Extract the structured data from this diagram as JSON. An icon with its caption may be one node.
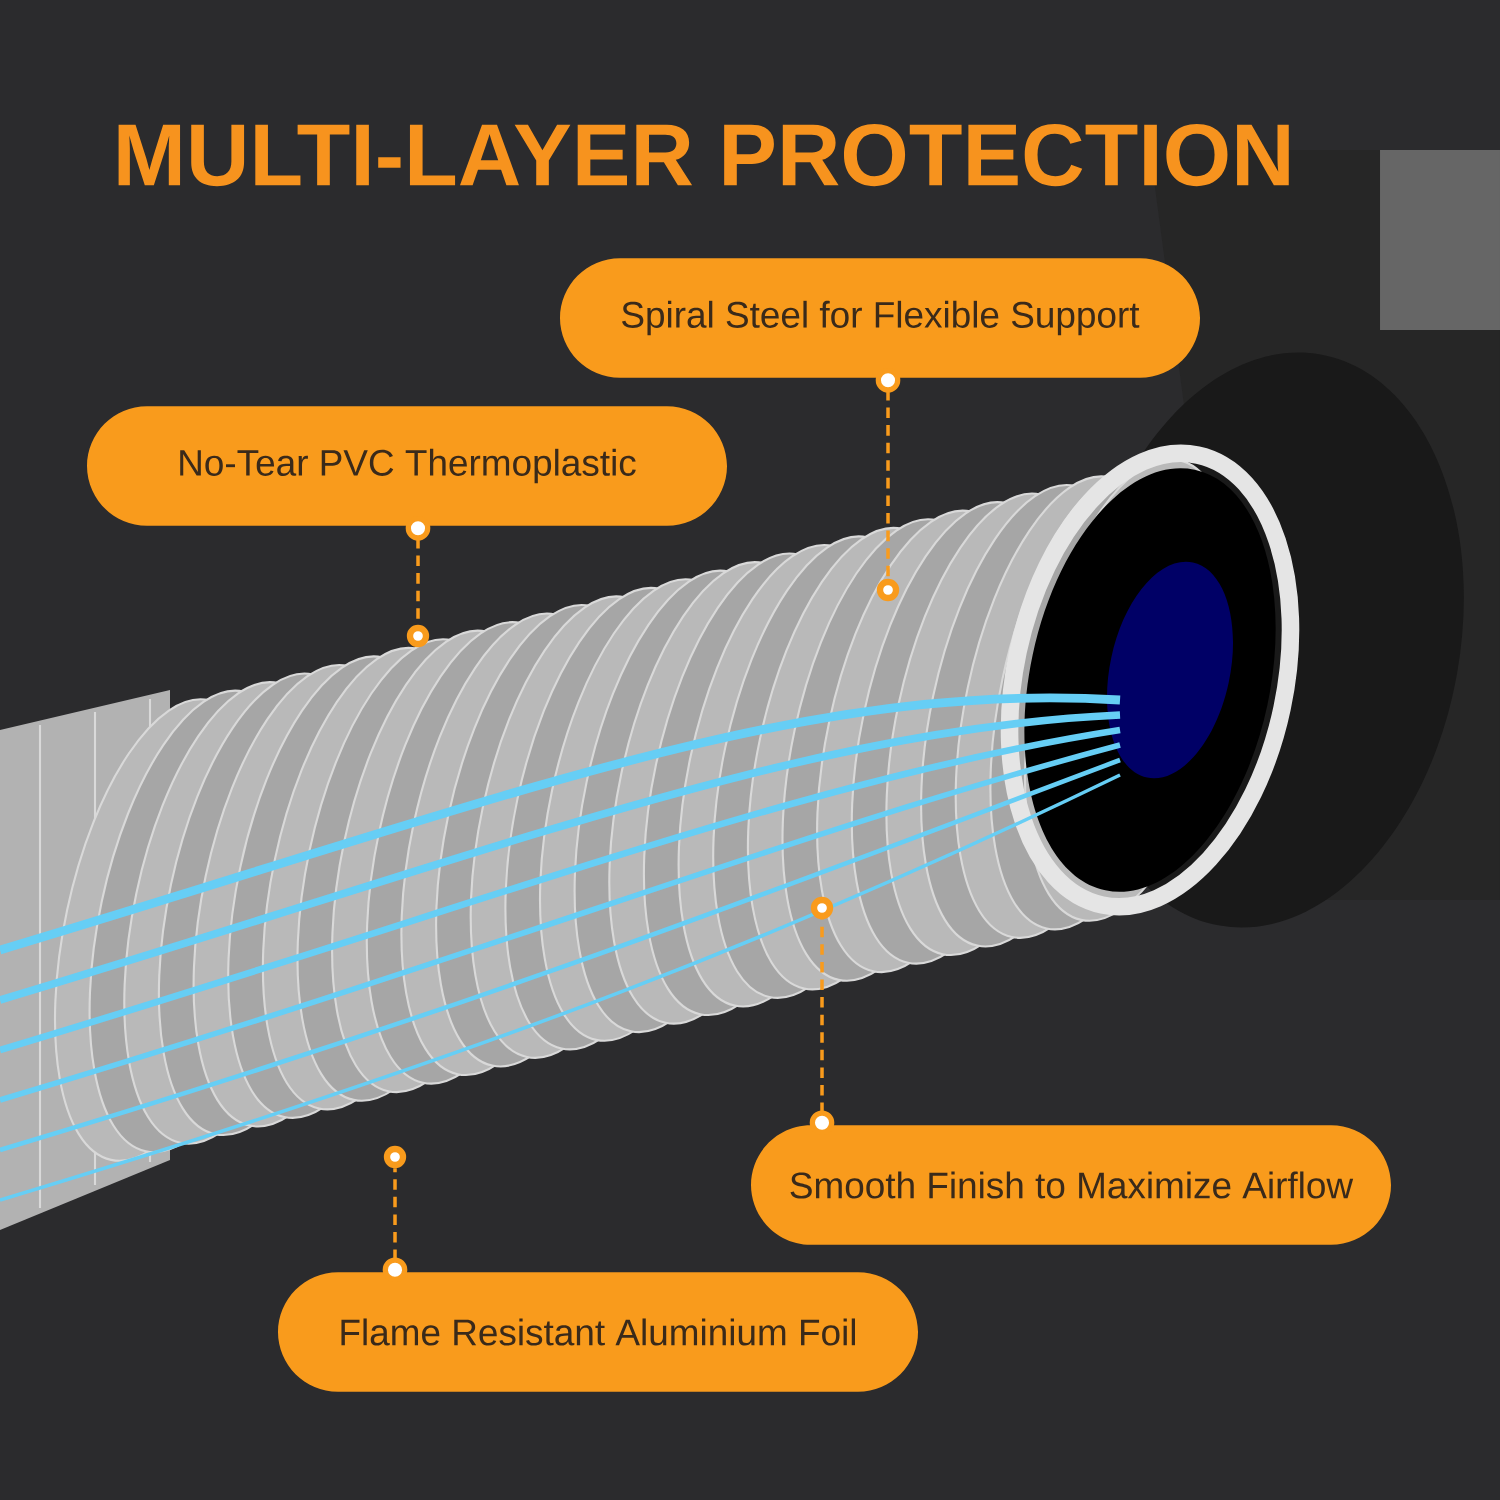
{
  "diagram": {
    "title": "MULTI-LAYER PROTECTION",
    "nodes": [
      {
        "text": [
          "Spiral Steel for Flexible Support"
        ]
      },
      {
        "text": [
          "No-Tear PVC Thermoplastic"
        ]
      },
      {
        "text": [
          "Smooth Finish to Maximize Airflow"
        ]
      },
      {
        "text": [
          "Flame Resistant Aluminium Foil"
        ]
      },
      {
        "text": [],
        "shape": "circle"
      },
      {
        "text": [],
        "shape": "circle"
      },
      {
        "text": [],
        "shape": "circle"
      },
      {
        "text": [],
        "shape": "circle"
      }
    ],
    "edges": [
      {
        "from": 0,
        "to": 4,
        "arrow": "other",
        "style": "dashed"
      },
      {
        "from": 1,
        "to": 5,
        "arrow": "other",
        "style": "dashed"
      },
      {
        "from": 2,
        "to": 6,
        "arrow": "other",
        "style": "dashed"
      },
      {
        "from": 3,
        "to": 7,
        "arrow": "other",
        "style": "dashed"
      }
    ]
  }
}
